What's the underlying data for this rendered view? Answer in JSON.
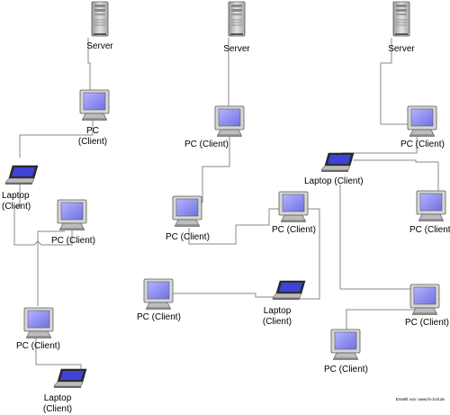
{
  "nodes": {
    "server_1": {
      "label": "Server"
    },
    "pc_1": {
      "label_line1": "PC",
      "label_line2": "(Client)"
    },
    "laptop_1": {
      "label_line1": "Laptop",
      "label_line2": "(Client)"
    },
    "pc_2": {
      "label": "PC (Client)"
    },
    "pc_3": {
      "label": "PC (Client)"
    },
    "laptop_2": {
      "label_line1": "Laptop",
      "label_line2": "(Client)"
    },
    "server_2": {
      "label": "Server"
    },
    "pc_4": {
      "label": "PC (Client)"
    },
    "pc_5": {
      "label": "PC (Client)"
    },
    "pc_6": {
      "label": "PC (Client)"
    },
    "pc_7": {
      "label": "PC (Client)"
    },
    "laptop_3": {
      "label_line1": "Laptop",
      "label_line2": "(Client)"
    },
    "server_3": {
      "label": "Server"
    },
    "pc_8": {
      "label": "PC (Client)"
    },
    "laptop_4": {
      "label": "Laptop (Client)"
    },
    "pc_9": {
      "label": "PC (Client)"
    },
    "pc_10": {
      "label": "PC (Client)"
    },
    "pc_11": {
      "label": "PC (Client)"
    }
  },
  "credit": "Erstellt von: www.fs-zivil.de",
  "colors": {
    "screen": "#8c8cf0",
    "laptop_screen": "#3f43d8",
    "case": "#cfcfcf",
    "wire": "#8a8a8a"
  }
}
